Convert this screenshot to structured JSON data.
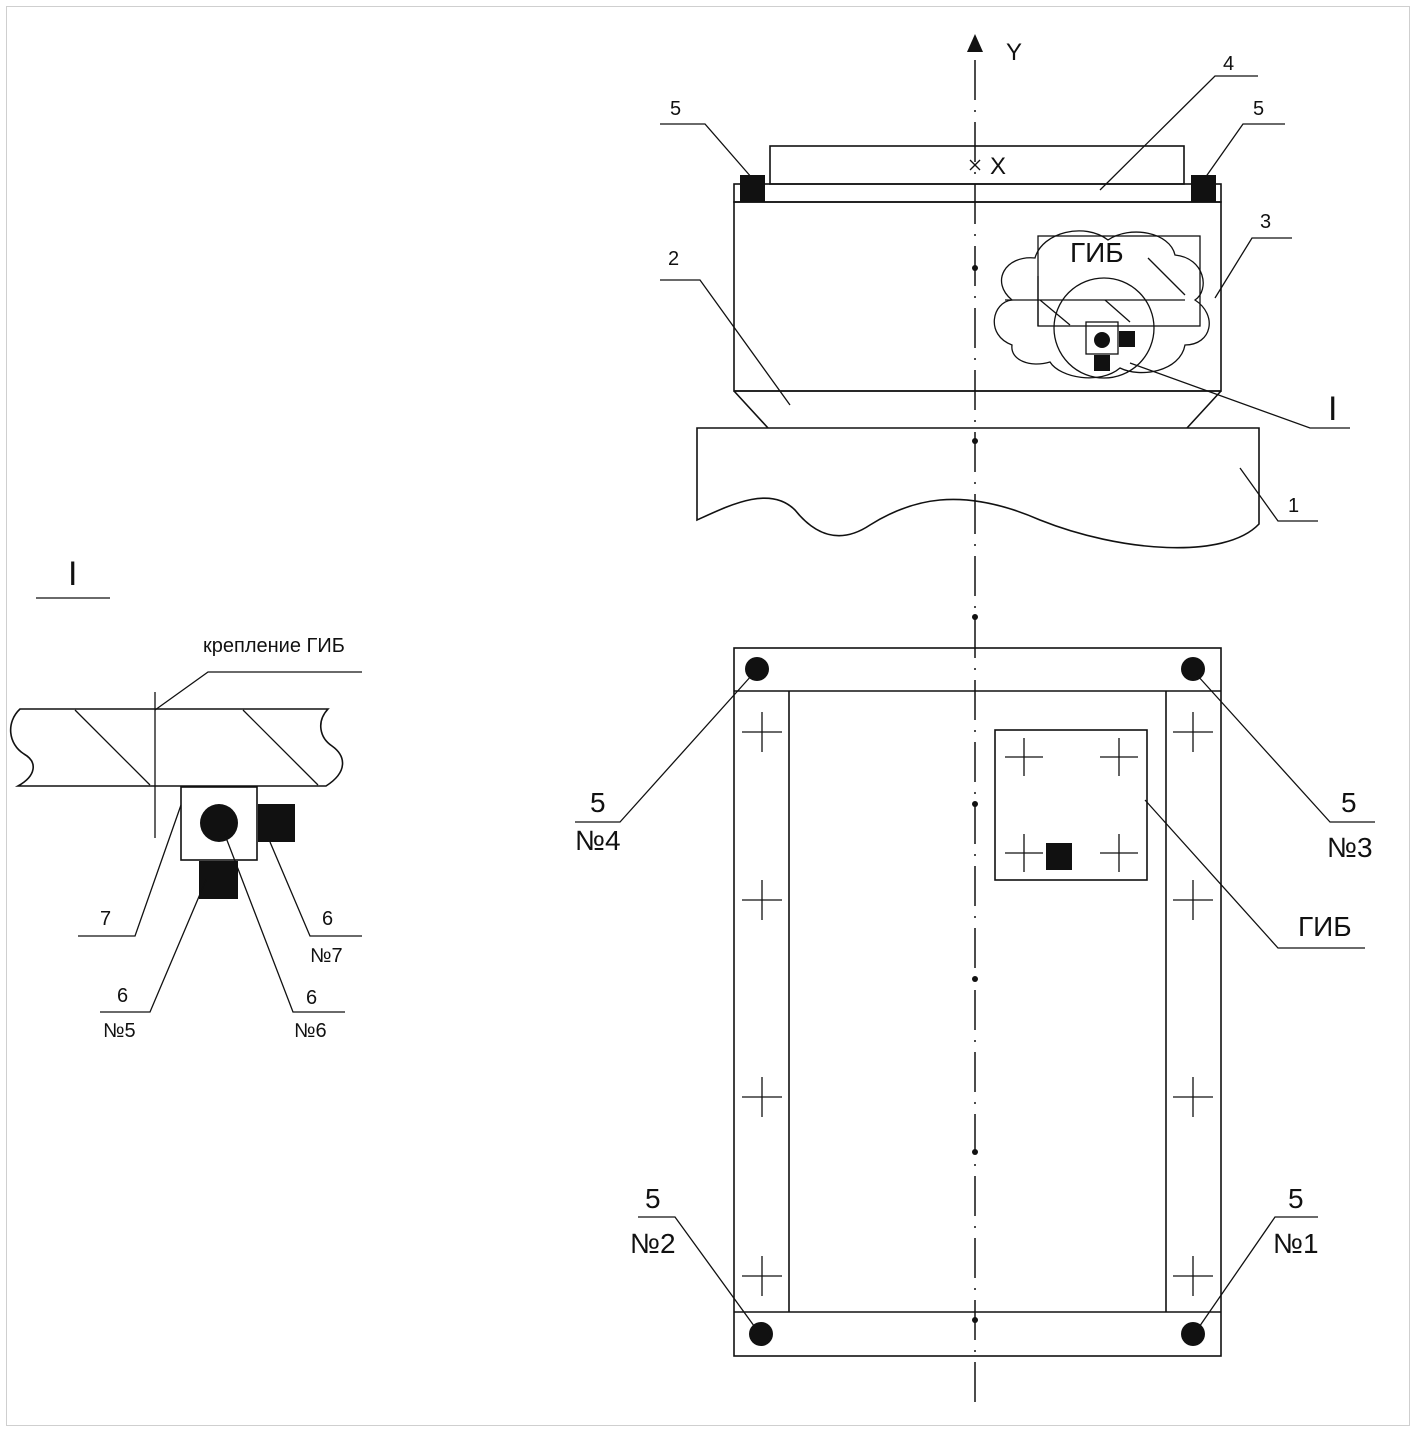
{
  "axis": {
    "y_label": "Y",
    "x_label": "X"
  },
  "side_view": {
    "callouts": {
      "c1": "1",
      "c2": "2",
      "c3": "3",
      "c4": "4",
      "c5_left": "5",
      "c5_right": "5"
    },
    "gib_label": "ГИБ",
    "detail_ref": "I"
  },
  "plan_view": {
    "corner_supports": [
      {
        "num": "5",
        "id": "№4"
      },
      {
        "num": "5",
        "id": "№3"
      },
      {
        "num": "5",
        "id": "№2"
      },
      {
        "num": "5",
        "id": "№1"
      }
    ],
    "gib_label": "ГИБ"
  },
  "detail": {
    "title": "I",
    "mount_label": "крепление ГИБ",
    "item7": "7",
    "sensors": [
      {
        "num": "6",
        "id": "№7"
      },
      {
        "num": "6",
        "id": "№5"
      },
      {
        "num": "6",
        "id": "№6"
      }
    ]
  }
}
